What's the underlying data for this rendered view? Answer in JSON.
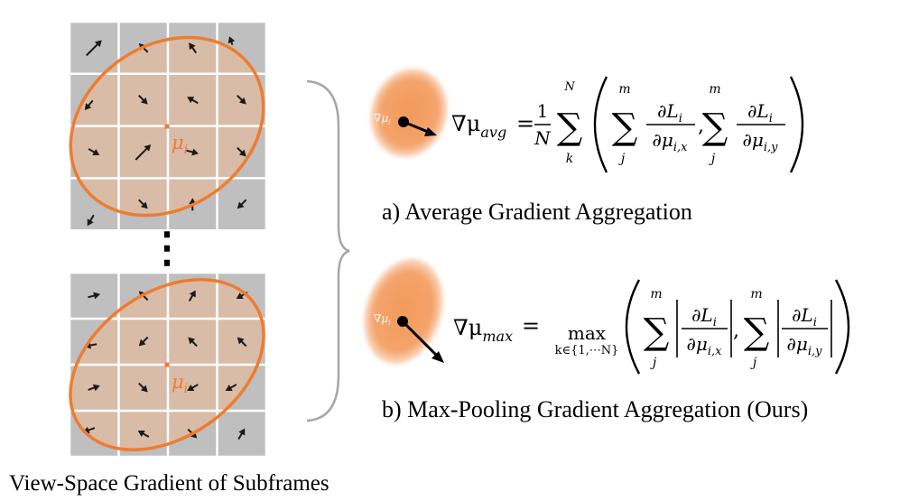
{
  "caption": "View-Space Gradient of Subframes",
  "ellipse_label": "μ",
  "ellipse_label_sub": "i",
  "ellipse_ellipsis": "⋮",
  "blob_label": "∇μ",
  "blob_label_sub": "i",
  "colors": {
    "cell_gray": "#bfbfbf",
    "cell_tint": "#d9bca8",
    "grid_line": "#ffffff",
    "ellipse_stroke": "#ed7d31",
    "blob": "#f4a46c",
    "arrow": "#1a1a1a",
    "bracket": "#a6a6a6",
    "text": "#000000"
  },
  "methods": [
    {
      "label": "a) Average Gradient Aggregation",
      "formula": {
        "lhs": "∇μ",
        "lhs_sub": "avg",
        "eq": "=",
        "frac_num": "1",
        "frac_den": "N",
        "outer_sum_top": "N",
        "outer_sum_bot": "k",
        "inner_sum_top": "m",
        "inner_sum_bot": "j",
        "partial_num": "∂L",
        "partial_num_sub": "i",
        "partial_den_x": "∂μ",
        "partial_den_x_sub": "i,x",
        "partial_den_y": "∂μ",
        "partial_den_y_sub": "i,y",
        "comma": ","
      }
    },
    {
      "label": "b) Max-Pooling Gradient Aggregation (Ours)",
      "formula": {
        "lhs": "∇μ",
        "lhs_sub": "max",
        "eq": "=",
        "op": "max",
        "op_sub": "k∈{1,⋯N}",
        "inner_sum_top": "m",
        "inner_sum_bot": "j",
        "partial_num": "∂L",
        "partial_num_sub": "i",
        "partial_den_x": "∂μ",
        "partial_den_x_sub": "i,x",
        "partial_den_y": "∂μ",
        "partial_den_y_sub": "i,y",
        "comma": ","
      }
    }
  ]
}
